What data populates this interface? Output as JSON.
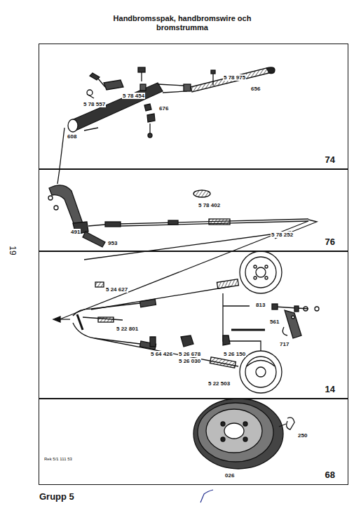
{
  "diagram": {
    "title": "Handbromsspak, handbromswire och bromstrumma",
    "nodes": [
      {
        "text": [
          "74"
        ]
      },
      {
        "text": [
          "76"
        ]
      },
      {
        "text": [
          "14"
        ]
      },
      {
        "text": [
          "68"
        ]
      }
    ],
    "labels": [
      "5 78 975",
      "656",
      "5 78 454",
      "5 78 557",
      "676",
      "608",
      "5 78 402",
      "491",
      "953",
      "5 78 252",
      "5 24 627",
      "5 22 801",
      "5 64 426",
      "5 26 678",
      "5 26 030",
      "5 26 150",
      "813",
      "561",
      "717",
      "5 22 503",
      "250",
      "026",
      "Rek 5/1 111 53",
      "Grupp 5",
      "19"
    ]
  }
}
